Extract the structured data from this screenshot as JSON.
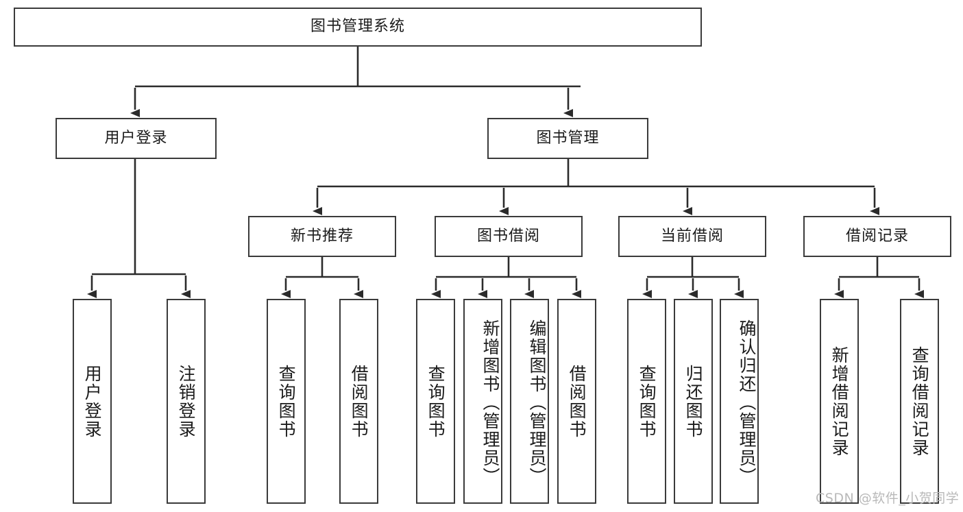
{
  "diagram": {
    "type": "tree-flowchart",
    "title": "图书管理系统",
    "orientation": "top-down",
    "colors": {
      "box_border": "#3a3a3a",
      "box_fill": "#ffffff",
      "connector": "#2b2b2b",
      "text": "#1b1b1b",
      "watermark": "#b9b9b9",
      "background": "#ffffff"
    },
    "root": {
      "label": "图书管理系统"
    },
    "level1": [
      {
        "label": "用户登录"
      },
      {
        "label": "图书管理"
      }
    ],
    "level2": [
      {
        "label": "新书推荐",
        "parent": "图书管理"
      },
      {
        "label": "图书借阅",
        "parent": "图书管理"
      },
      {
        "label": "当前借阅",
        "parent": "图书管理"
      },
      {
        "label": "借阅记录",
        "parent": "图书管理"
      }
    ],
    "leaves": {
      "user_login": [
        {
          "label": "用户登录"
        },
        {
          "label": "注销登录"
        }
      ],
      "new_book_recommend": [
        {
          "label": "查询图书"
        },
        {
          "label": "借阅图书"
        }
      ],
      "book_borrow": [
        {
          "label": "查询图书"
        },
        {
          "label": "新增图书（管理员）"
        },
        {
          "label": "编辑图书（管理员）"
        },
        {
          "label": "借阅图书"
        }
      ],
      "current_borrow": [
        {
          "label": "查询图书"
        },
        {
          "label": "归还图书"
        },
        {
          "label": "确认归还（管理员）"
        }
      ],
      "borrow_record": [
        {
          "label": "新增借阅记录"
        },
        {
          "label": "查询借阅记录"
        }
      ]
    }
  },
  "watermark": {
    "text": "CSDN @软件_小贺同学"
  }
}
